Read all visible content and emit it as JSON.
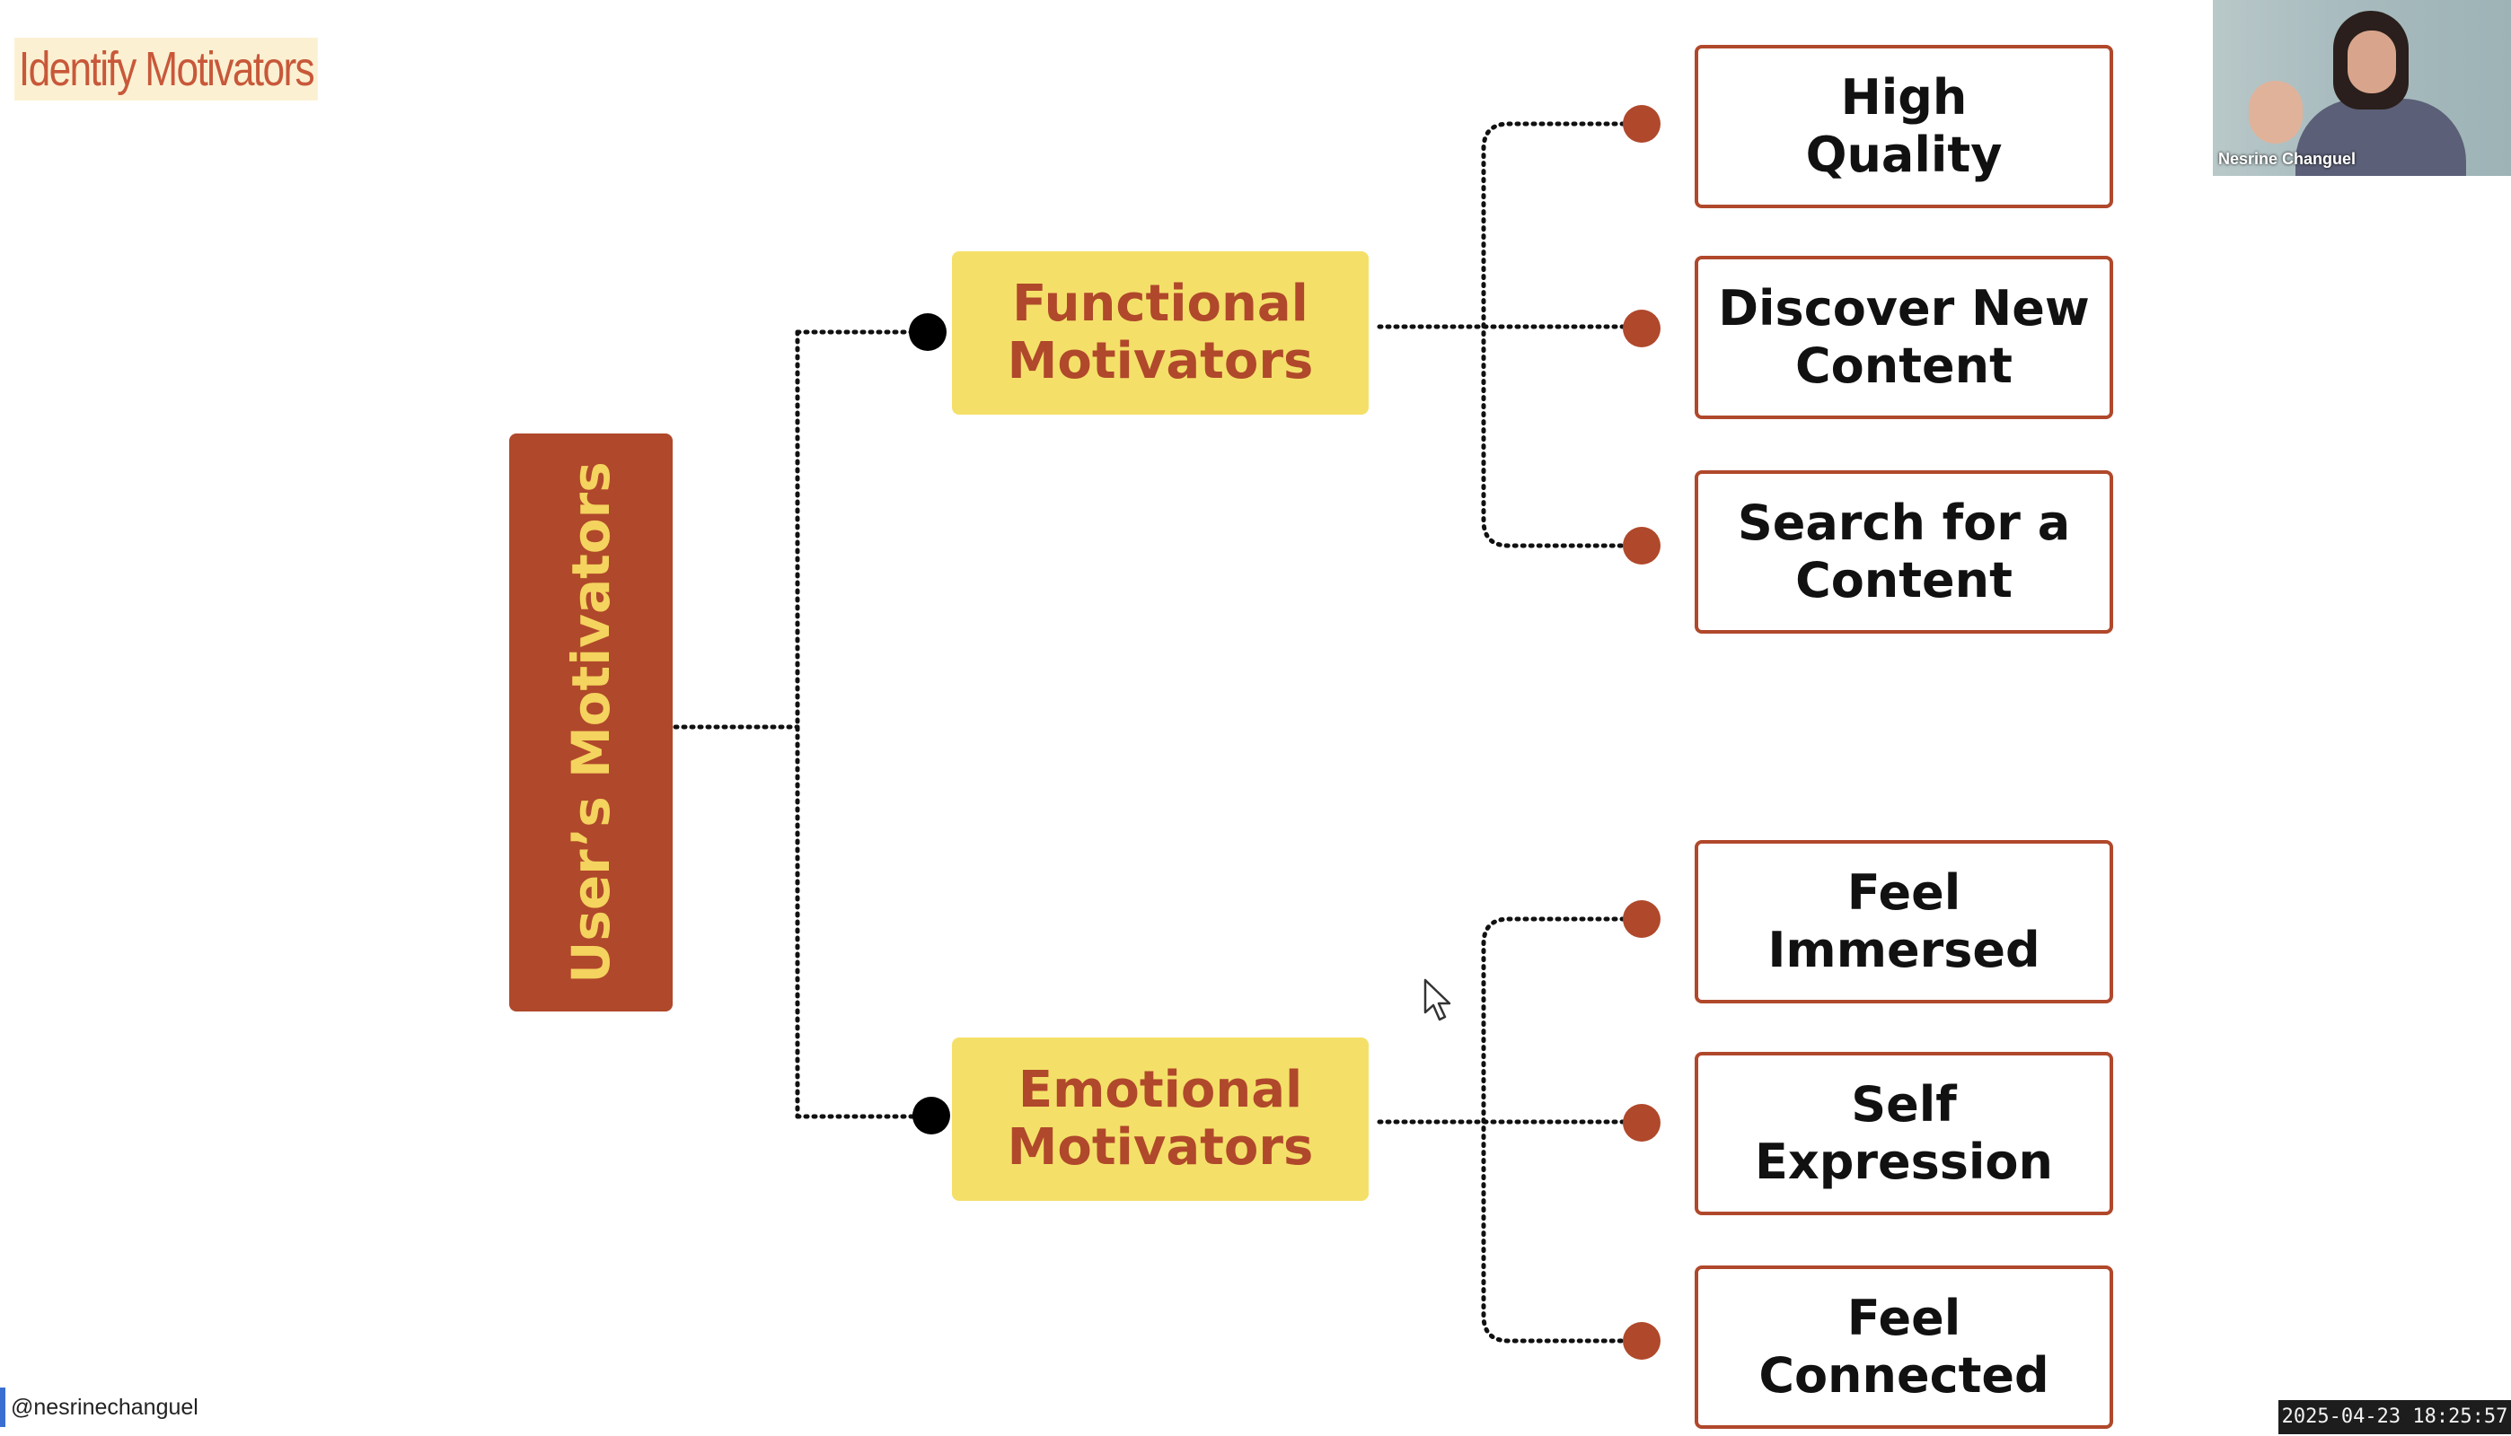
{
  "title": "Identify Motivators",
  "root": {
    "label": "User’s Motivators"
  },
  "categories": [
    {
      "label": "Functional\nMotivators",
      "items": [
        "High\nQuality",
        "Discover New\nContent",
        "Search for a\nContent"
      ]
    },
    {
      "label": "Emotional\nMotivators",
      "items": [
        "Feel\nImmersed",
        "Self\nExpression",
        "Feel\nConnected"
      ]
    }
  ],
  "presenter": {
    "name": "Nesrine Changuel"
  },
  "handle": "@nesrinechanguel",
  "timestamp": "2025-04-23 18:25:57",
  "colors": {
    "root_fill": "#b0482b",
    "root_text": "#f4d35e",
    "category_fill": "#f4e069",
    "category_text": "#b0482b",
    "leaf_border": "#b0482b",
    "leaf_dot": "#b0482b",
    "category_dot": "#000000"
  }
}
